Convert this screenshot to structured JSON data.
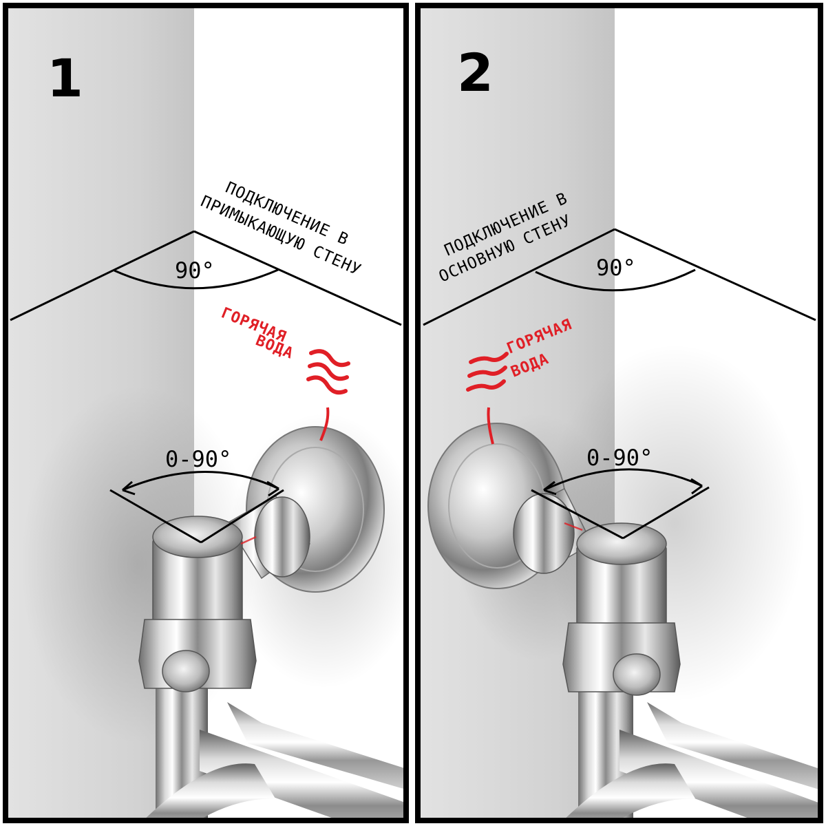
{
  "panels": [
    {
      "number": "1",
      "caption_line1": "ПОДКЛЮЧЕНИЕ В",
      "caption_line2": "ПРИМЫКАЮЩУЮ СТЕНУ",
      "corner_angle": "90°",
      "rotation_range": "0-90°",
      "hot_line1": "ГОРЯЧАЯ",
      "hot_line2": "ВОДА"
    },
    {
      "number": "2",
      "caption_line1": "ПОДКЛЮЧЕНИЕ В",
      "caption_line2": "ОСНОВНУЮ СТЕНУ",
      "corner_angle": "90°",
      "rotation_range": "0-90°",
      "hot_line1": "ГОРЯЧАЯ",
      "hot_line2": "ВОДА"
    }
  ],
  "colors": {
    "hot_water": "#e01f26",
    "frame": "#000000",
    "wall_left": "#e0e0e0",
    "wall_right": "#ffffff"
  }
}
